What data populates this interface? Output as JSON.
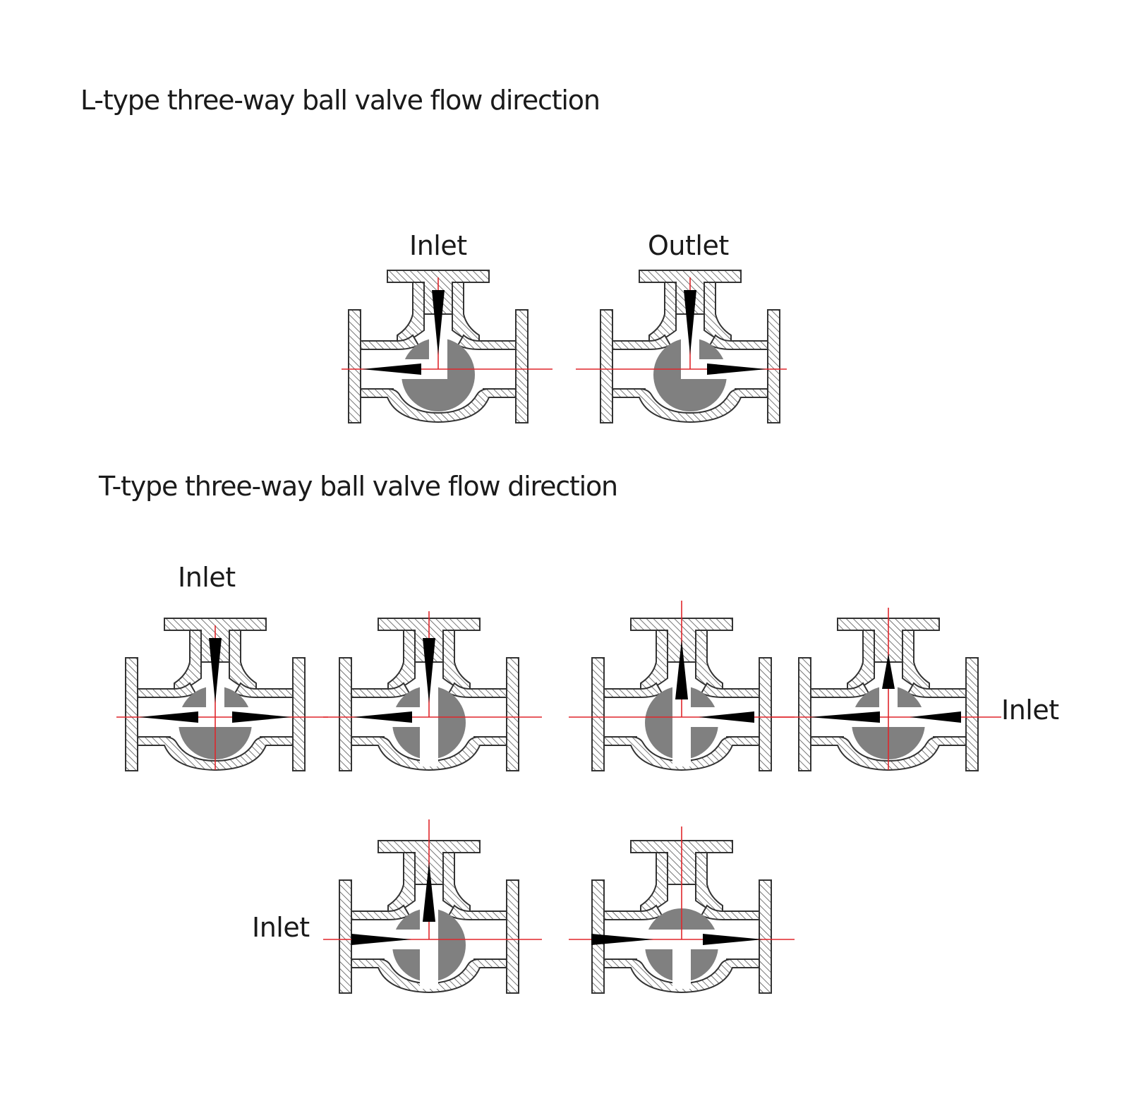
{
  "headings": {
    "l_type": "L-type three-way ball valve flow direction",
    "t_type": "T-type three-way ball valve flow direction"
  },
  "labels": {
    "l_valve_1": "Inlet",
    "l_valve_2": "Outlet",
    "t_valve_1": "Inlet",
    "t_valve_4": "Inlet",
    "t_valve_5": "Inlet"
  },
  "colors": {
    "body_outline": "#333333",
    "hatch": "#555555",
    "ball": "#808080",
    "center_line": "#e0262b",
    "arrow": "#000000"
  },
  "valves": [
    {
      "name": "l-valve-inlet",
      "ball": "L",
      "passage": [
        "top",
        "left"
      ],
      "flow": [
        "down",
        "left"
      ]
    },
    {
      "name": "l-valve-outlet",
      "ball": "L",
      "passage": [
        "top",
        "right"
      ],
      "flow": [
        "down",
        "right"
      ]
    },
    {
      "name": "t-valve-1",
      "ball": "T",
      "passage": [
        "top",
        "left",
        "right"
      ],
      "flow": [
        "down",
        "left",
        "right"
      ]
    },
    {
      "name": "t-valve-2",
      "ball": "T",
      "passage": [
        "top",
        "left",
        "bottom"
      ],
      "flow": [
        "down",
        "left"
      ]
    },
    {
      "name": "t-valve-3",
      "ball": "T",
      "passage": [
        "top",
        "right",
        "bottom"
      ],
      "flow": [
        "up",
        "left"
      ]
    },
    {
      "name": "t-valve-4",
      "ball": "T",
      "passage": [
        "top",
        "left",
        "right"
      ],
      "flow": [
        "up",
        "left",
        "left"
      ]
    },
    {
      "name": "t-valve-5",
      "ball": "T",
      "passage": [
        "top",
        "left",
        "bottom"
      ],
      "flow": [
        "up",
        "right"
      ]
    },
    {
      "name": "t-valve-6",
      "ball": "T",
      "passage": [
        "left",
        "right",
        "bottom"
      ],
      "flow": [
        "right",
        "right"
      ]
    }
  ]
}
